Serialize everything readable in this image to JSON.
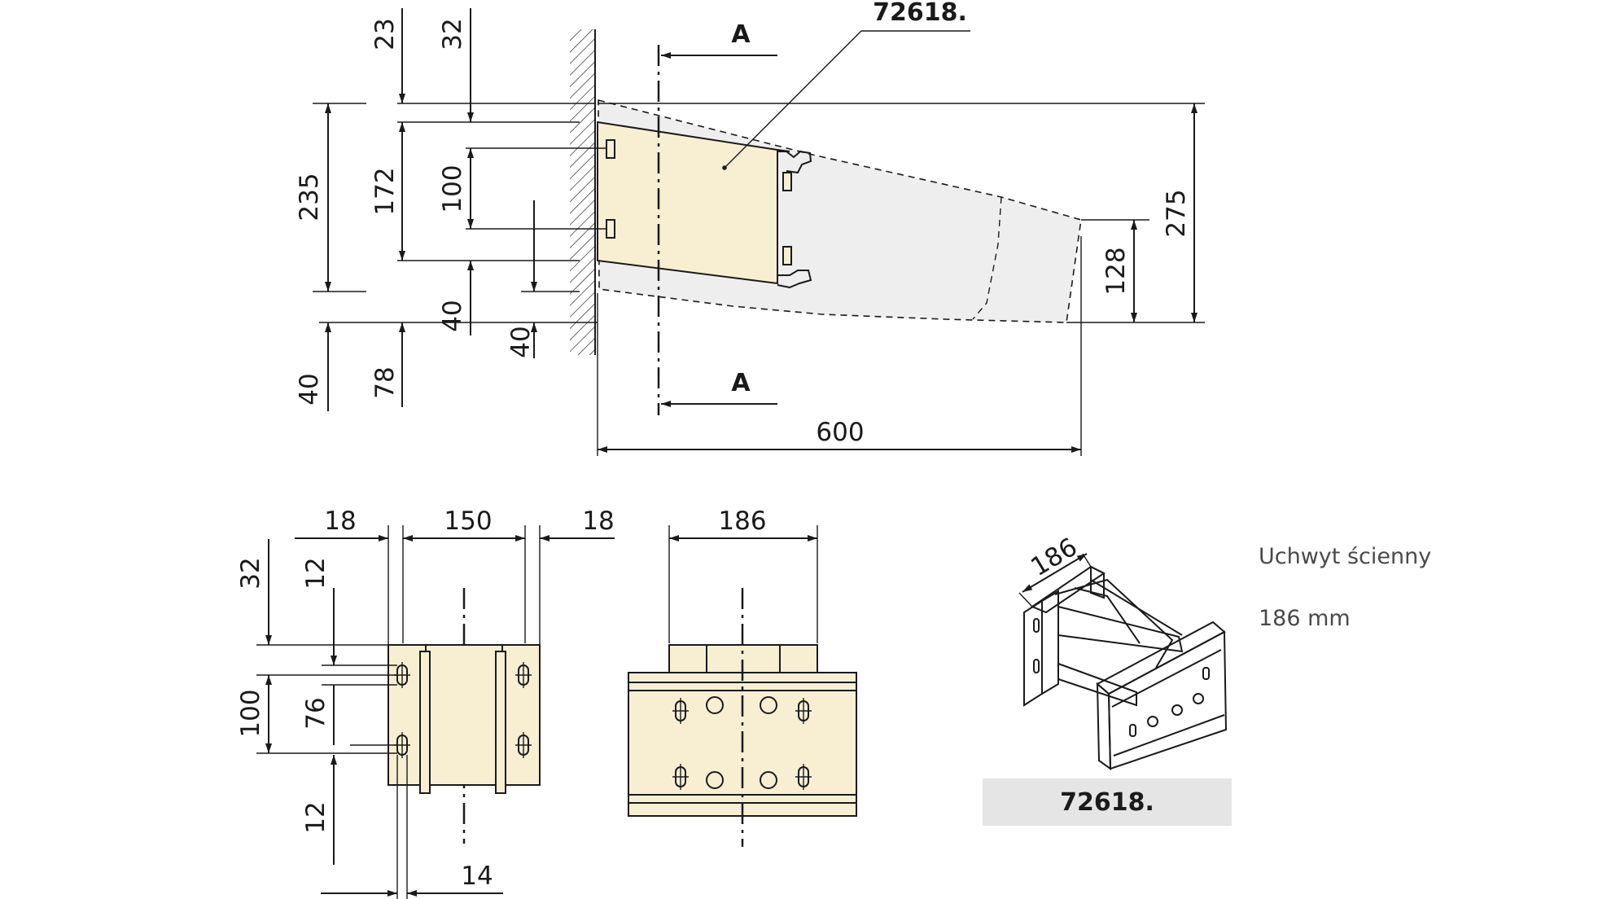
{
  "product": {
    "code": "72618.",
    "description": "Uchwyt ścienny",
    "size": "186 mm"
  },
  "section": {
    "marker": "A"
  },
  "dimensions": {
    "side": {
      "d23": "23",
      "d32": "32",
      "d235": "235",
      "d172": "172",
      "d100": "100",
      "d40a": "40",
      "d40b": "40",
      "d40c": "40",
      "d78": "78",
      "d275": "275",
      "d128": "128",
      "d600": "600"
    },
    "front": {
      "d18a": "18",
      "d150": "150",
      "d18b": "18",
      "d32": "32",
      "d12a": "12",
      "d100": "100",
      "d76": "76",
      "d12b": "12",
      "d14": "14"
    },
    "section_view": {
      "d186": "186"
    },
    "iso": {
      "d186": "186"
    }
  }
}
